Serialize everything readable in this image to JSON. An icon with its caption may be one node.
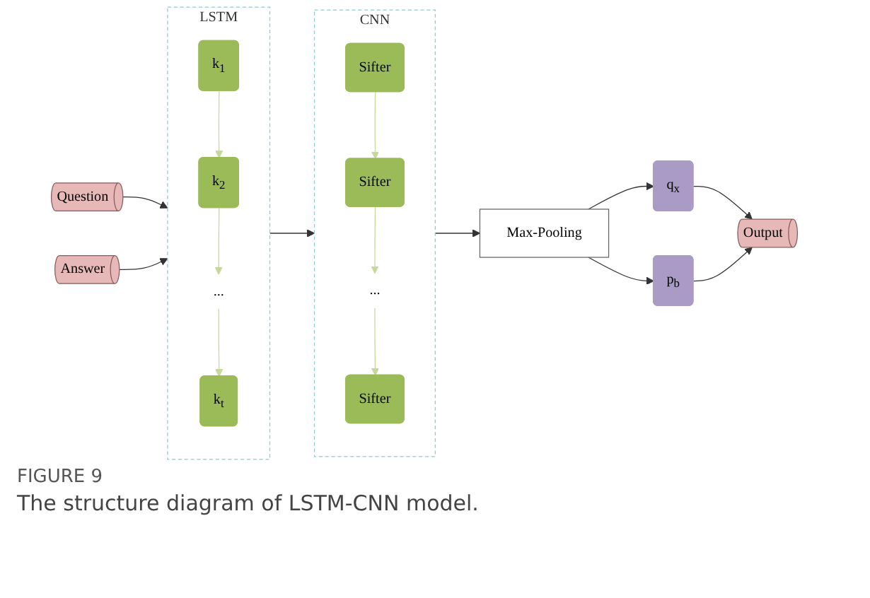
{
  "diagram": {
    "caption": "The structure diagram of LSTM-CNN model.",
    "nodes": [
      {
        "text": [
          "Question"
        ]
      },
      {
        "text": [
          "Answer"
        ]
      },
      {
        "text": [
          "LSTM"
        ]
      },
      {
        "text": [
          "k$_{1}$"
        ],
        "in": 2
      },
      {
        "text": [
          "k$_{2}$"
        ],
        "in": 2
      },
      {
        "text": [
          "..."
        ],
        "in": 2
      },
      {
        "text": [
          "k$_{t}$"
        ],
        "in": 2
      },
      {
        "text": [
          "CNN"
        ]
      },
      {
        "text": [
          "Sifter"
        ],
        "in": 7
      },
      {
        "text": [
          "Sifter"
        ],
        "in": 7
      },
      {
        "text": [
          "..."
        ],
        "in": 7
      },
      {
        "text": [
          "Sifter"
        ],
        "in": 7
      },
      {
        "text": [
          "Max-Pooling"
        ]
      },
      {
        "text": [
          "q$_{x}$"
        ]
      },
      {
        "text": [
          "p$_{b}$"
        ]
      },
      {
        "text": [
          "Output"
        ]
      }
    ],
    "edges": [
      {
        "from": 0,
        "to": 2,
        "arrow": "to"
      },
      {
        "from": 1,
        "to": 2,
        "arrow": "to"
      },
      {
        "from": 3,
        "to": 4,
        "arrow": "to",
        "color": "#c5d99a"
      },
      {
        "from": 4,
        "to": 5,
        "arrow": "to",
        "color": "#c5d99a"
      },
      {
        "from": 5,
        "to": 6,
        "arrow": "to",
        "color": "#c5d99a"
      },
      {
        "from": 2,
        "to": 7,
        "arrow": "to"
      },
      {
        "from": 8,
        "to": 9,
        "arrow": "to",
        "color": "#c5d99a"
      },
      {
        "from": 9,
        "to": 10,
        "arrow": "to",
        "color": "#c5d99a"
      },
      {
        "from": 10,
        "to": 11,
        "arrow": "to",
        "color": "#c5d99a"
      },
      {
        "from": 7,
        "to": 12,
        "arrow": "to"
      },
      {
        "from": 12,
        "to": 13,
        "arrow": "to"
      },
      {
        "from": 12,
        "to": 14,
        "arrow": "to"
      },
      {
        "from": 13,
        "to": 15,
        "arrow": "to"
      },
      {
        "from": 14,
        "to": 15,
        "arrow": "to"
      }
    ],
    "labels": [
      "FIGURE 9"
    ]
  }
}
